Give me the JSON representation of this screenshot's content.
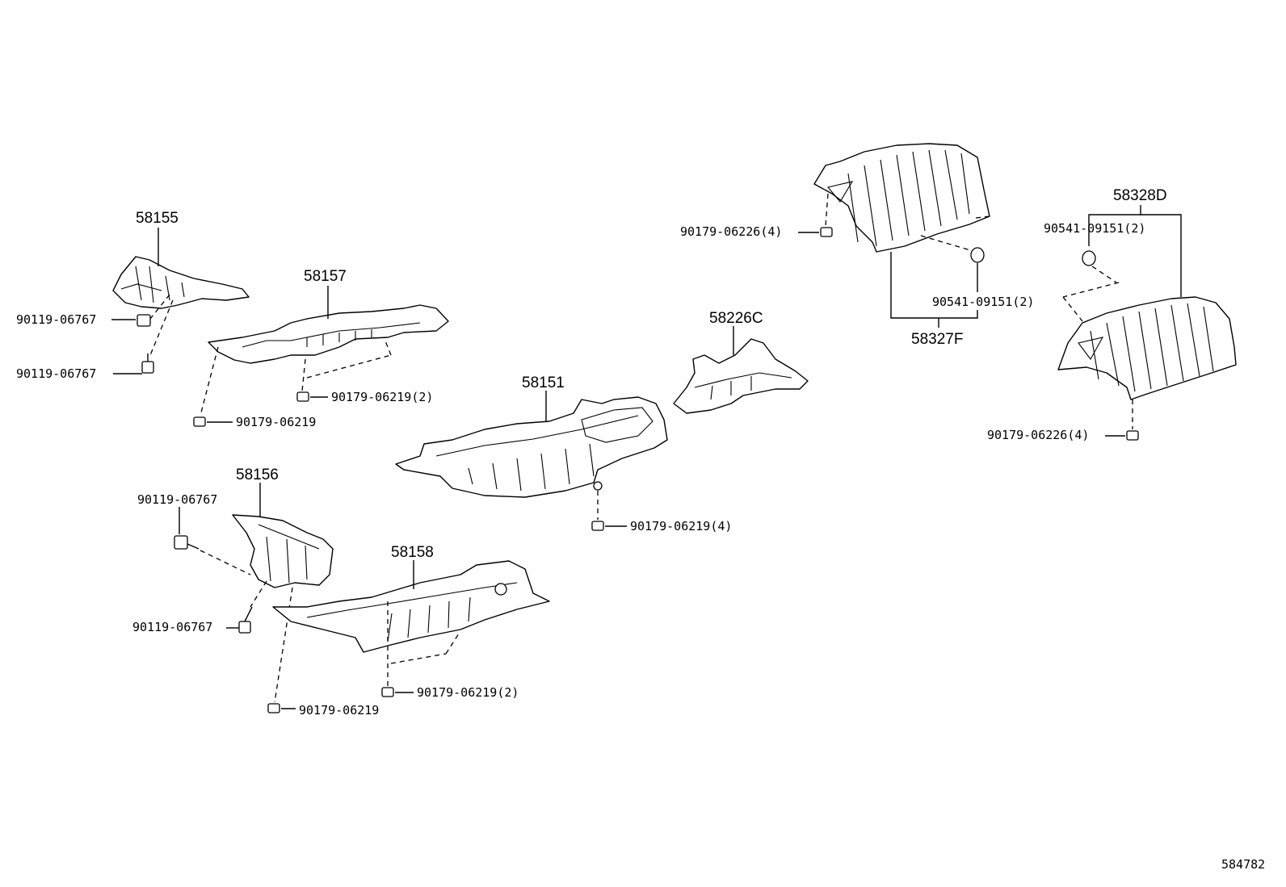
{
  "parts": {
    "p58155": "58155",
    "p58157": "58157",
    "p58151": "58151",
    "p58226c": "58226C",
    "p58156": "58156",
    "p58158": "58158",
    "p58327f": "58327F",
    "p58328d": "58328D"
  },
  "fasteners": {
    "bolt_a": "90119-06767",
    "bolt_b": "90119-06767",
    "bolt_c": "90119-06767",
    "bolt_d": "90119-06767",
    "nut_58157_2": "90179-06219(2)",
    "nut_58157": "90179-06219",
    "nut_58151_4": "90179-06219(4)",
    "nut_58158_2": "90179-06219(2)",
    "nut_58156": "90179-06219",
    "nut_58327f_4": "90179-06226(4)",
    "clip_58327f": "90541-09151(2)",
    "clip_58328d": "90541-09151(2)",
    "nut_58328d_4": "90179-06226(4)"
  },
  "footer": {
    "ref": "584782"
  }
}
